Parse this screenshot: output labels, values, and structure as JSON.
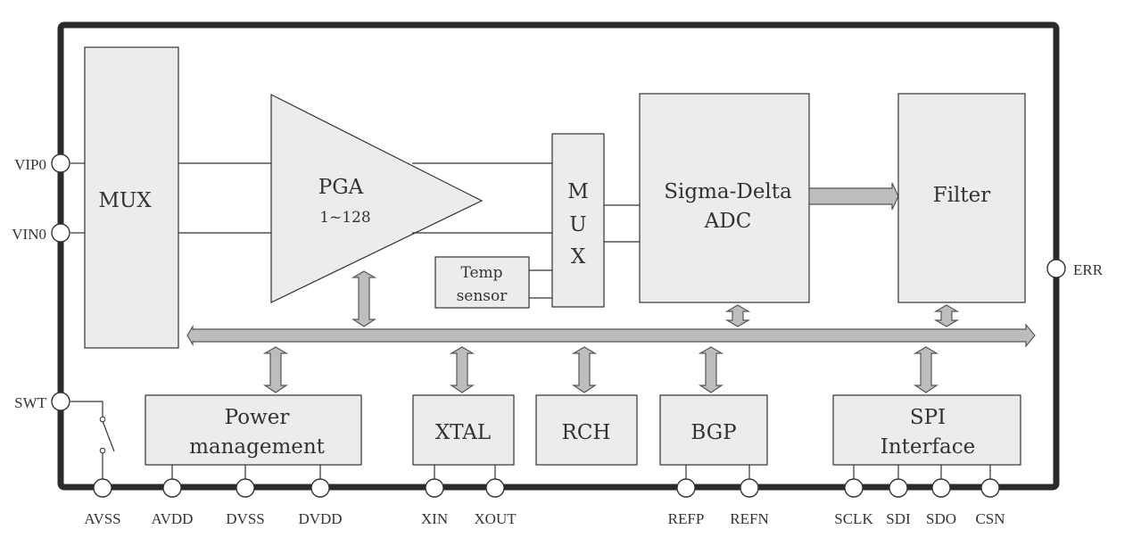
{
  "blocks": {
    "mux_in": "MUX",
    "pga_title": "PGA",
    "pga_gain": "1~128",
    "mux_adc": [
      "M",
      "U",
      "X"
    ],
    "temp_sensor": [
      "Temp",
      "sensor"
    ],
    "adc": [
      "Sigma-Delta",
      "ADC"
    ],
    "filter": "Filter",
    "power": [
      "Power",
      "management"
    ],
    "xtal": "XTAL",
    "rch": "RCH",
    "bgp": "BGP",
    "spi": [
      "SPI",
      "Interface"
    ]
  },
  "pins": {
    "left": [
      "VIP0",
      "VIN0",
      "SWT"
    ],
    "right": [
      "ERR"
    ],
    "bottom": [
      "AVSS",
      "AVDD",
      "DVSS",
      "DVDD",
      "XIN",
      "XOUT",
      "REFP",
      "REFN",
      "SCLK",
      "SDI",
      "SDO",
      "CSN"
    ]
  },
  "colors": {
    "block_fill": "#ececec",
    "arrow_fill": "#bdbdbd",
    "chip_border": "#2b2b2b"
  }
}
